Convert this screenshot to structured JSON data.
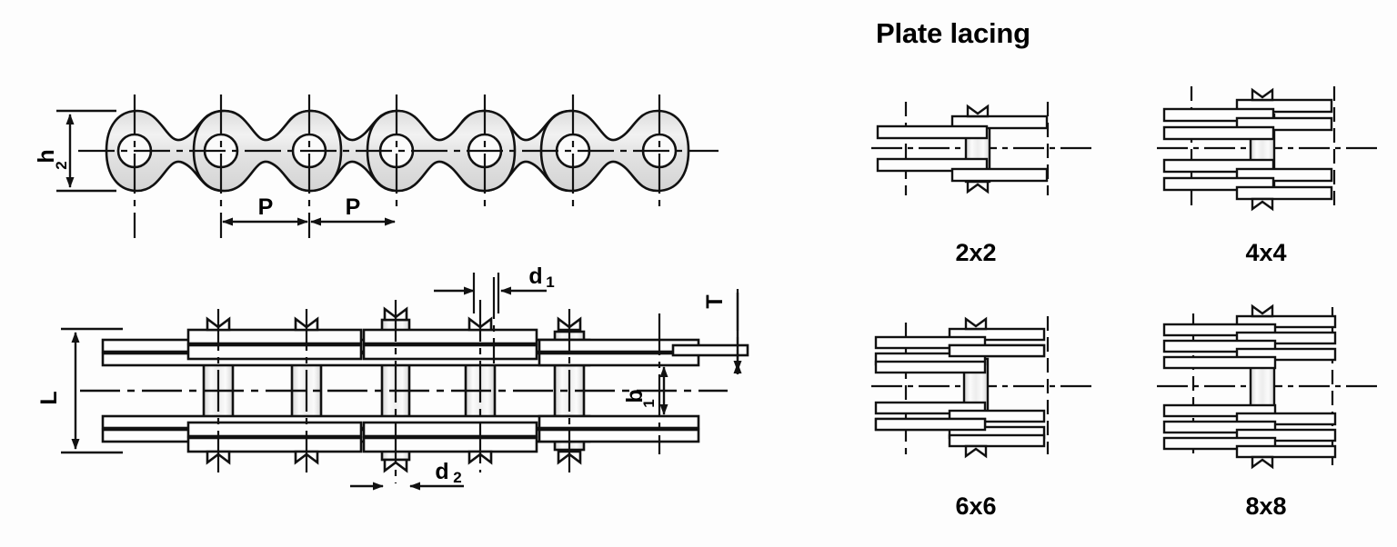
{
  "page": {
    "background_color": "#fdfdfd",
    "line_color": "#111111",
    "fill_color": "#e8e8e8"
  },
  "views": {
    "top_view": {
      "name": "roller chain top view",
      "dimension_labels": [
        {
          "id": "h2",
          "base": "h",
          "sub": "2",
          "orientation": "vertical",
          "meaning": "plate height"
        },
        {
          "id": "P-left",
          "base": "P",
          "sub": "",
          "orientation": "horizontal",
          "meaning": "pitch"
        },
        {
          "id": "P-right",
          "base": "P",
          "sub": "",
          "orientation": "horizontal",
          "meaning": "pitch"
        }
      ],
      "link_count": 6,
      "pin_count": 7
    },
    "side_view": {
      "name": "roller chain side section view",
      "dimension_labels": [
        {
          "id": "L",
          "base": "L",
          "sub": "",
          "orientation": "vertical",
          "meaning": "overall pin length"
        },
        {
          "id": "d1",
          "base": "d",
          "sub": "1",
          "orientation": "horizontal",
          "meaning": "bushing diameter"
        },
        {
          "id": "d2",
          "base": "d",
          "sub": "2",
          "orientation": "horizontal",
          "meaning": "pin diameter"
        },
        {
          "id": "b1",
          "base": "b",
          "sub": "1",
          "orientation": "vertical",
          "meaning": "inner width"
        },
        {
          "id": "T",
          "base": "T",
          "sub": "",
          "orientation": "vertical",
          "meaning": "plate thickness"
        }
      ]
    }
  },
  "plate_lacing": {
    "title": "Plate lacing",
    "items": [
      {
        "label": "2x2",
        "plates_per_side": 2
      },
      {
        "label": "4x4",
        "plates_per_side": 4
      },
      {
        "label": "6x6",
        "plates_per_side": 6
      },
      {
        "label": "8x8",
        "plates_per_side": 8
      }
    ]
  }
}
